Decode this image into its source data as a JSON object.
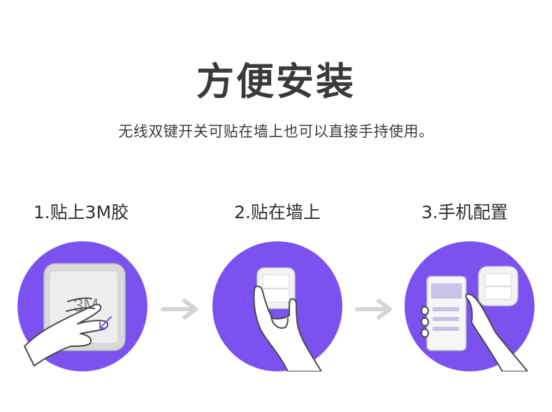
{
  "header": {
    "title": "方便安装",
    "subtitle": "无线双键开关可贴在墙上也可以直接手持使用。"
  },
  "steps": [
    {
      "label": "1.贴上3M胶",
      "sticker_text": "3M",
      "icon": "apply-3m-tape-icon"
    },
    {
      "label": "2.贴在墙上",
      "icon": "hand-hold-switch-icon"
    },
    {
      "label": "3.手机配置",
      "icon": "phone-configure-icon"
    }
  ],
  "colors": {
    "accent_purple": "#7b52f0",
    "arrow_gray": "#d4d4d4",
    "title_text": "#3a3a3a"
  }
}
